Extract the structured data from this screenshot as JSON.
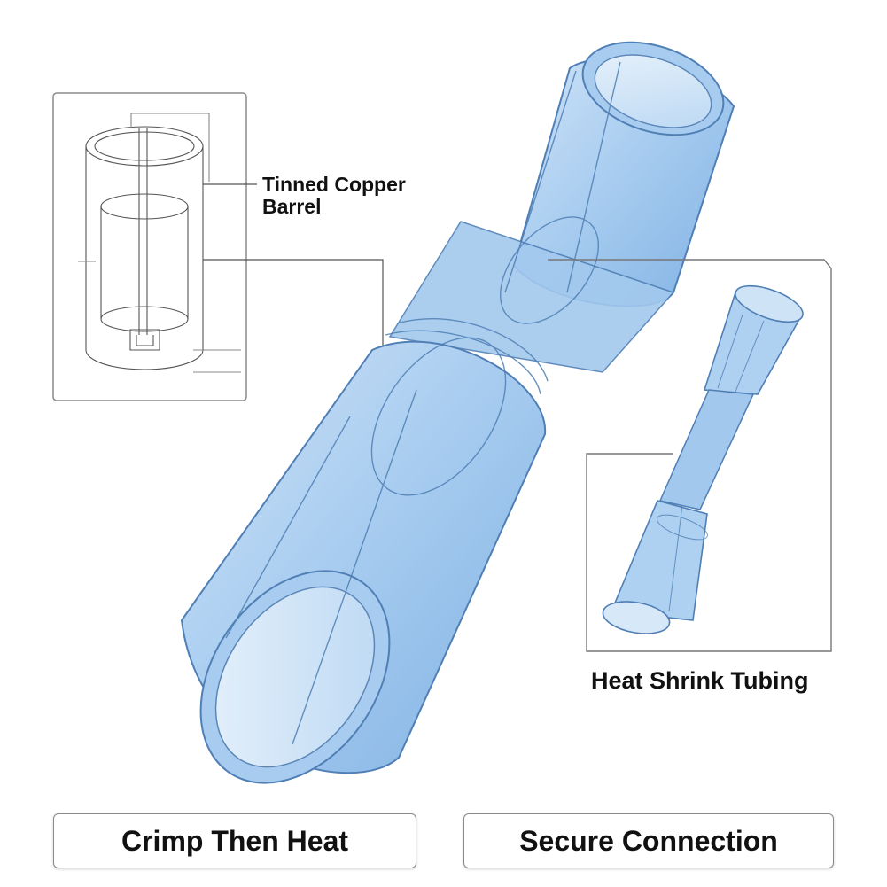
{
  "labels": {
    "barrel_line1": "Tinned Copper",
    "barrel_line2": "Barrel",
    "tubing": "Heat Shrink Tubing"
  },
  "buttons": {
    "left": "Crimp Then Heat",
    "right": "Secure Connection"
  },
  "colors": {
    "tube_fill": "#a9cdf0",
    "tube_stroke": "#4f7fb5",
    "line_art": "#5a5a5a",
    "background": "#ffffff"
  }
}
